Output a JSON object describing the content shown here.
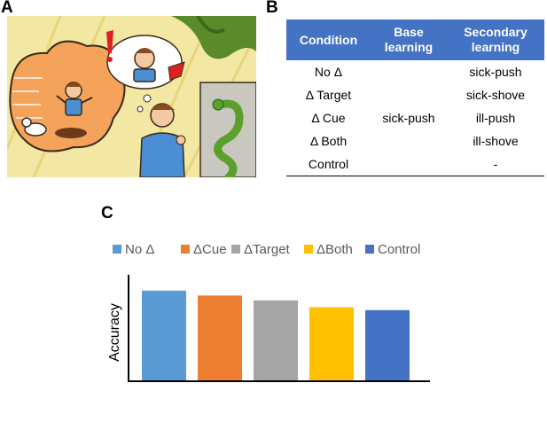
{
  "panels": {
    "a": "A",
    "b": "B",
    "c": "C"
  },
  "illustration": {
    "description_icons": [
      "dog-icon",
      "person-falling-icon",
      "person-thinking-icon",
      "person-shocked-icon",
      "snake-icon",
      "exclamation-icon"
    ]
  },
  "table": {
    "headers": [
      "Condition",
      "Base learning",
      "Secondary learning"
    ],
    "header_lines": [
      [
        "Condition"
      ],
      [
        "Base",
        "learning"
      ],
      [
        "Secondary",
        "learning"
      ]
    ],
    "rows": [
      {
        "condition": "No Δ",
        "base": "",
        "secondary": "sick-push"
      },
      {
        "condition": "Δ Target",
        "base": "",
        "secondary": "sick-shove"
      },
      {
        "condition": "Δ Cue",
        "base": "sick-push",
        "secondary": "ill-push"
      },
      {
        "condition": "Δ Both",
        "base": "",
        "secondary": "ill-shove"
      },
      {
        "condition": "Control",
        "base": "",
        "secondary": "-"
      }
    ],
    "header_color": "#4472c4"
  },
  "chart_data": {
    "type": "bar",
    "categories": [
      "No Δ",
      "ΔCue",
      "ΔTarget",
      "ΔBoth",
      "Control"
    ],
    "series": [
      {
        "name": "No Δ",
        "value": 0.92,
        "color": "#5b9bd5"
      },
      {
        "name": "ΔCue",
        "value": 0.87,
        "color": "#ed7d31"
      },
      {
        "name": "ΔTarget",
        "value": 0.82,
        "color": "#a5a5a5"
      },
      {
        "name": "ΔBoth",
        "value": 0.75,
        "color": "#ffc000"
      },
      {
        "name": "Control",
        "value": 0.72,
        "color": "#4472c4"
      }
    ],
    "ylabel": "Accuracy",
    "ylim": [
      0,
      1
    ],
    "y_ticks_shown": false,
    "legend_position": "top",
    "grid": false
  }
}
